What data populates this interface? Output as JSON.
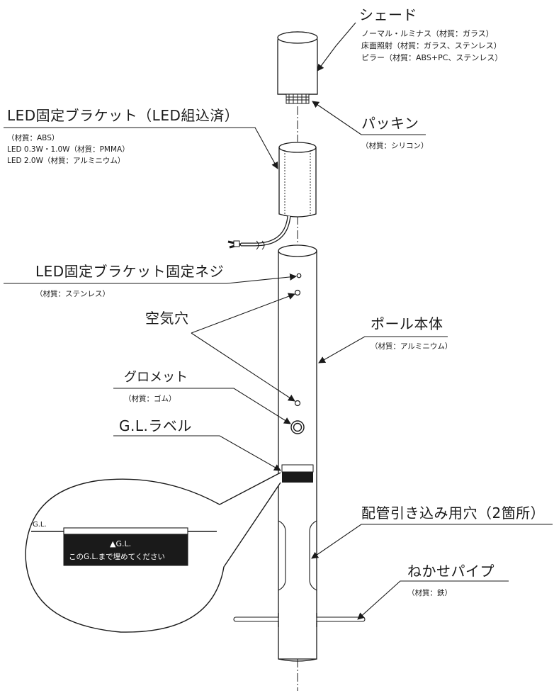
{
  "labels": {
    "shade": "シェード",
    "shade_m1": "ノーマル・ルミナス（材質：ガラス）",
    "shade_m2": "床面照射（材質：ガラス、ステンレス）",
    "shade_m3": "ピラー（材質：ABS+PC、ステンレス）",
    "bracket": "LED固定ブラケット（LED組込済）",
    "bracket_m1": "（材質：ABS）",
    "bracket_m2": "LED 0.3W・1.0W（材質：PMMA）",
    "bracket_m3": "LED 2.0W（材質：アルミニウム）",
    "packing": "パッキン",
    "packing_m": "（材質：シリコン）",
    "screw": "LED固定ブラケット固定ネジ",
    "screw_m": "（材質：ステンレス）",
    "air_hole": "空気穴",
    "pole": "ポール本体",
    "pole_m": "（材質：アルミニウム）",
    "grommet": "グロメット",
    "grommet_m": "（材質：ゴム）",
    "gl_label": "G.L.ラベル",
    "wiring_hole": "配管引き込み用穴（2箇所）",
    "pipe": "ねかせパイプ",
    "pipe_m": "（材質：鉄）"
  },
  "callout": {
    "gl": "G.L.",
    "gl_mark": "▲G.L.",
    "bury_text": "このG.L.まで埋めてください"
  }
}
